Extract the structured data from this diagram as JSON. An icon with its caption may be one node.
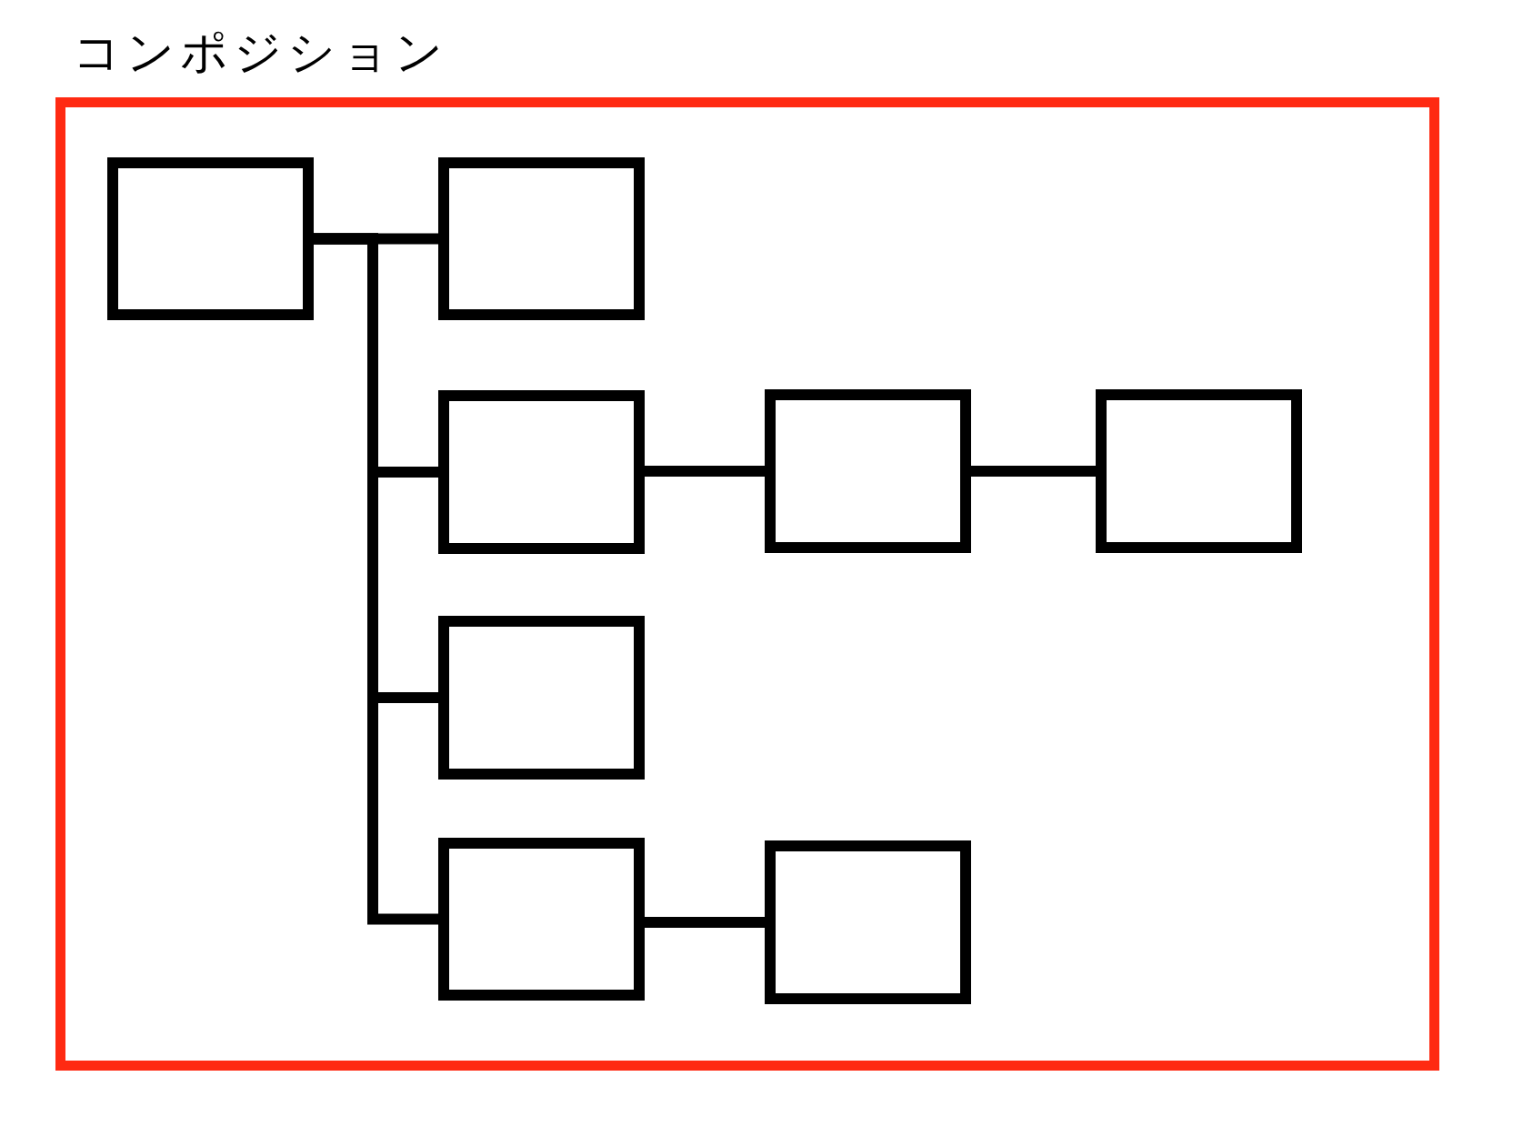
{
  "diagram": {
    "title": "コンポジション",
    "nodes": [
      {
        "text": [],
        "shape": "box"
      },
      {
        "text": [],
        "shape": "box",
        "in": 0
      },
      {
        "text": [],
        "shape": "box",
        "in": 0
      },
      {
        "text": [],
        "shape": "box",
        "in": 0
      },
      {
        "text": [],
        "shape": "box",
        "in": 0
      },
      {
        "text": [],
        "shape": "box",
        "in": 0
      },
      {
        "text": [],
        "shape": "box",
        "in": 0
      },
      {
        "text": [],
        "shape": "box",
        "in": 0
      },
      {
        "text": [],
        "shape": "box",
        "in": 0
      }
    ],
    "edges": [
      {
        "from": 1,
        "to": 2,
        "arrow": "none"
      },
      {
        "from": 1,
        "to": 3,
        "arrow": "none"
      },
      {
        "from": 3,
        "to": 4,
        "arrow": "none"
      },
      {
        "from": 4,
        "to": 5,
        "arrow": "none"
      },
      {
        "from": 1,
        "to": 6,
        "arrow": "none"
      },
      {
        "from": 1,
        "to": 7,
        "arrow": "none"
      },
      {
        "from": 7,
        "to": 8,
        "arrow": "none"
      }
    ]
  }
}
